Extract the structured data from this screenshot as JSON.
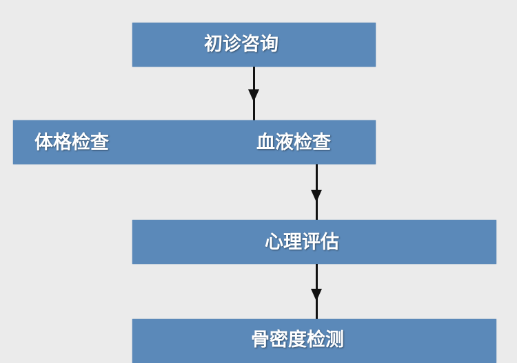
{
  "nodes": {
    "initial_consultation": "初诊咨询",
    "physical_exam": "体格检查",
    "blood_test": "血液检查",
    "psych_eval": "心理评估",
    "bone_density": "骨密度检测"
  },
  "colors": {
    "box": "#5b89b9",
    "background": "#ebebeb",
    "arrow": "#111111"
  }
}
